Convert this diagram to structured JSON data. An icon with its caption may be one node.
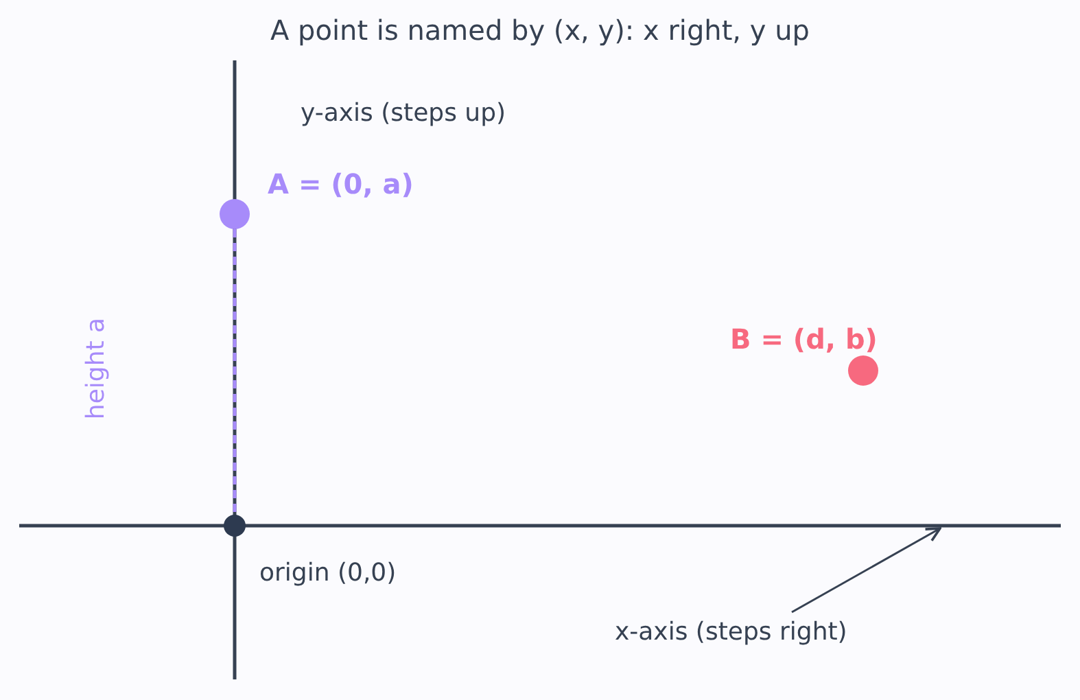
{
  "diagram": {
    "title": "A point is named by (x, y): x right, y up",
    "nodes": [
      {
        "text": [],
        "shape": "circle",
        "beside": [
          "A = (0, a)"
        ]
      },
      {
        "text": [],
        "shape": "circle",
        "beside": [
          "origin (0,0)"
        ]
      },
      {
        "text": [],
        "shape": "circle",
        "beside": [
          "B = (d, b)"
        ]
      },
      {
        "text": [
          "x-axis (steps right)"
        ]
      }
    ],
    "edges": [
      {
        "from": 0,
        "to": 1,
        "arrow": "none",
        "style": "dashed",
        "color": "#a78bfa"
      },
      {
        "from": 3,
        "to": null,
        "arrow": "to",
        "color": "#364152"
      }
    ],
    "labels": [
      "y-axis (steps up)",
      "height a"
    ]
  }
}
